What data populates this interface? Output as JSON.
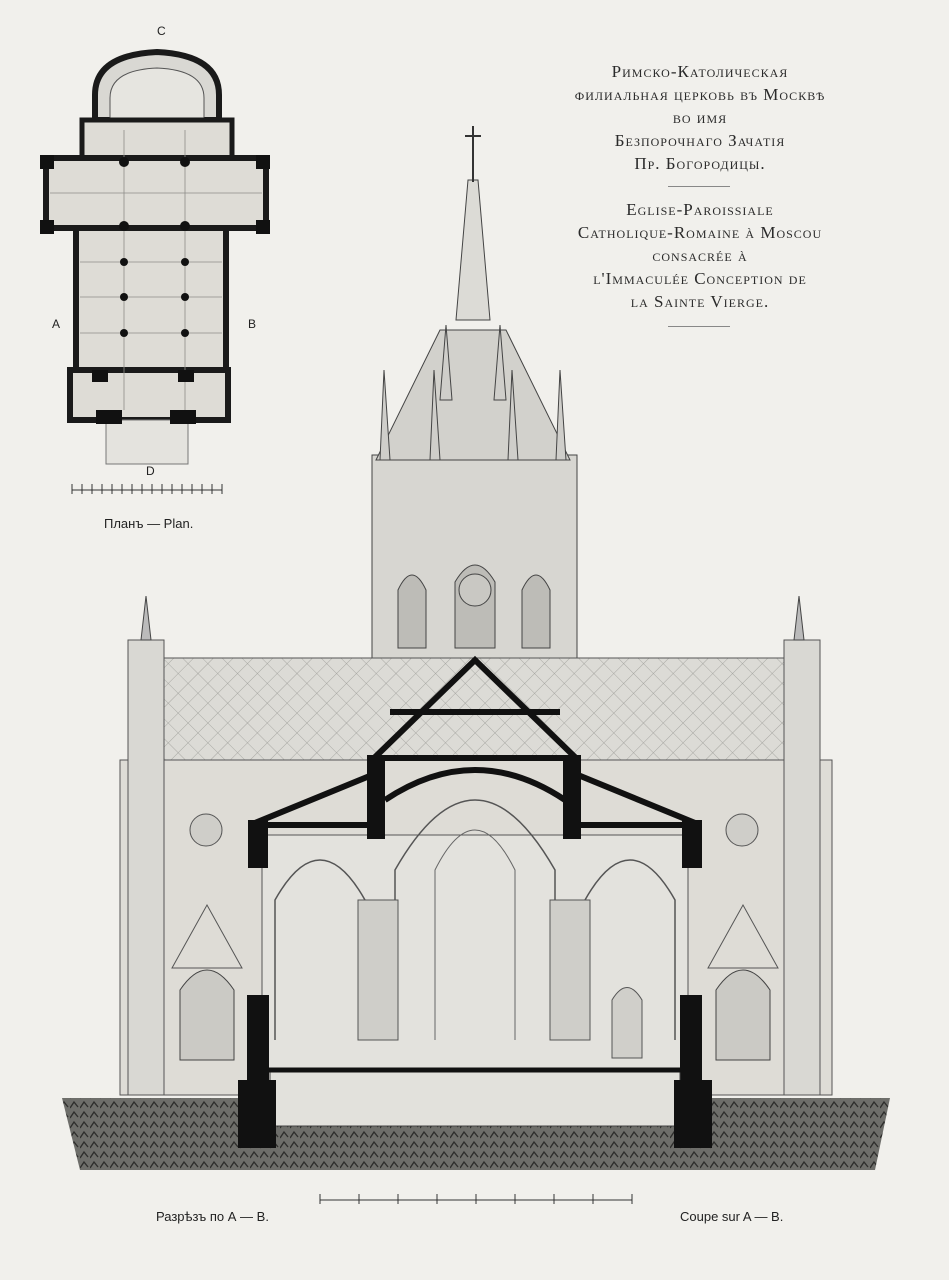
{
  "title_ru": {
    "line1": "Римско-Католическая",
    "line2": "филиальная церковь въ Москвѣ",
    "line3": "во имя",
    "line4": "Безпорочнаго Зачатія",
    "line5": "Пр. Богородицы."
  },
  "title_fr": {
    "line1": "Eglise-Paroissiale",
    "line2": "Catholique-Romaine à Moscou",
    "line3": "consacrée à",
    "line4": "l'Immaculée Conception de",
    "line5": "la Sainte Vierge."
  },
  "plan": {
    "caption": "Планъ — Plan.",
    "label_top": "C",
    "label_bottom": "D",
    "label_left": "A",
    "label_right": "B"
  },
  "section": {
    "caption_ru": "Разрѣзъ по А — В.",
    "caption_fr": "Coupe sur A — B."
  },
  "colors": {
    "paper": "#f1f0ec",
    "ink": "#1a1a1a",
    "wash": "#d9d8d3"
  }
}
